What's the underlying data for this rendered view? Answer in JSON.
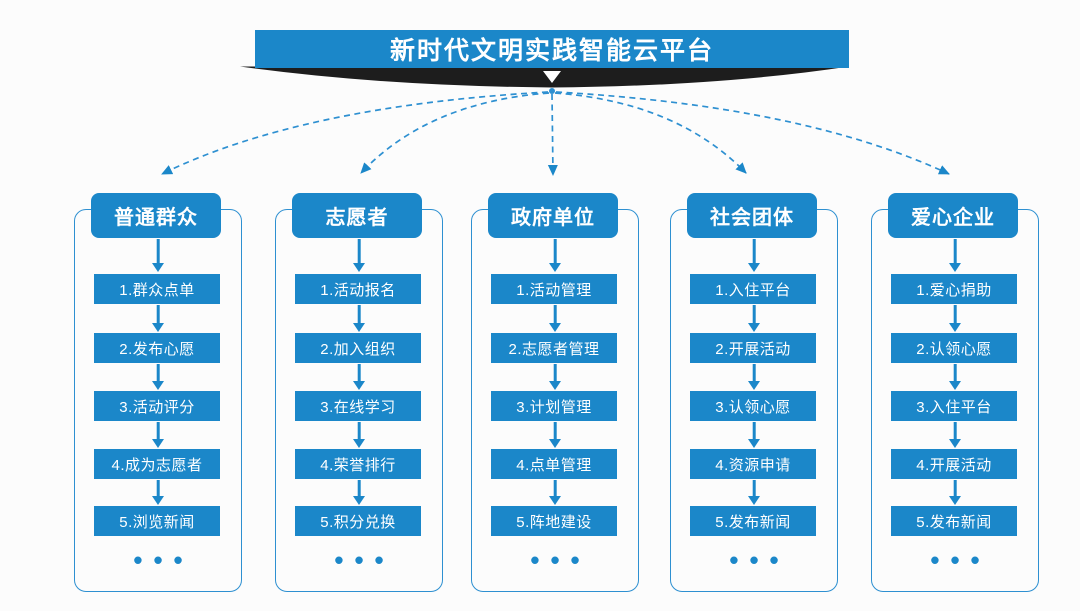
{
  "title": "新时代文明实践智能云平台",
  "ellipsis": "•••",
  "colors": {
    "primary_blue": "#1b87c9",
    "connector_blue": "#2e90d1",
    "banner_dark": "#1d1d1d",
    "background": "#fcfcfc",
    "text_on_blue": "#ffffff"
  },
  "columns": [
    {
      "header": "普通群众",
      "steps": [
        "1.群众点单",
        "2.发布心愿",
        "3.活动评分",
        "4.成为志愿者",
        "5.浏览新闻"
      ]
    },
    {
      "header": "志愿者",
      "steps": [
        "1.活动报名",
        "2.加入组织",
        "3.在线学习",
        "4.荣誉排行",
        "5.积分兑换"
      ]
    },
    {
      "header": "政府单位",
      "steps": [
        "1.活动管理",
        "2.志愿者管理",
        "3.计划管理",
        "4.点单管理",
        "5.阵地建设"
      ]
    },
    {
      "header": "社会团体",
      "steps": [
        "1.入住平台",
        "2.开展活动",
        "3.认领心愿",
        "4.资源申请",
        "5.发布新闻"
      ]
    },
    {
      "header": "爱心企业",
      "steps": [
        "1.爱心捐助",
        "2.认领心愿",
        "3.入住平台",
        "4.开展活动",
        "5.发布新闻"
      ]
    }
  ]
}
